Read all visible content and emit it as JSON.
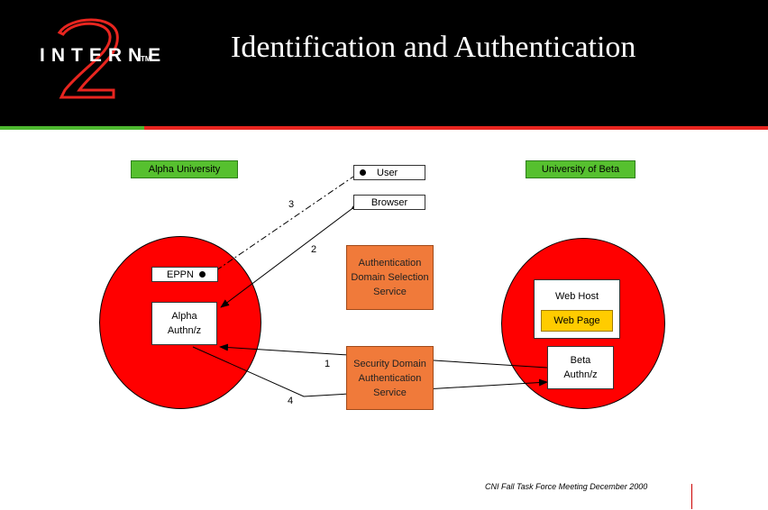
{
  "header": {
    "title": "Identification and Authentication",
    "logo_text": "INTERNET",
    "logo_tm": "TM",
    "logo_numeral": "2"
  },
  "labels": {
    "alpha_university": "Alpha University",
    "university_beta": "University of Beta",
    "user": "User",
    "browser": "Browser",
    "eppn": "EPPN",
    "alpha_authnz": "Alpha Authn/z",
    "web_host": "Web Host",
    "web_page": "Web Page",
    "beta_authnz": "Beta Authn/z",
    "auth_domain_selection": "Authentication Domain Selection Service",
    "security_domain_auth": "Security Domain Authentication Service"
  },
  "steps": {
    "s1": "1",
    "s2": "2",
    "s3": "3",
    "s4": "4"
  },
  "footer": {
    "text": "CNI Fall Task Force Meeting December 2000"
  },
  "colors": {
    "header": "#000000",
    "circle": "#ff0000",
    "green": "#56c02f",
    "orange": "#f07a3a",
    "webpage": "#ffcc00"
  }
}
